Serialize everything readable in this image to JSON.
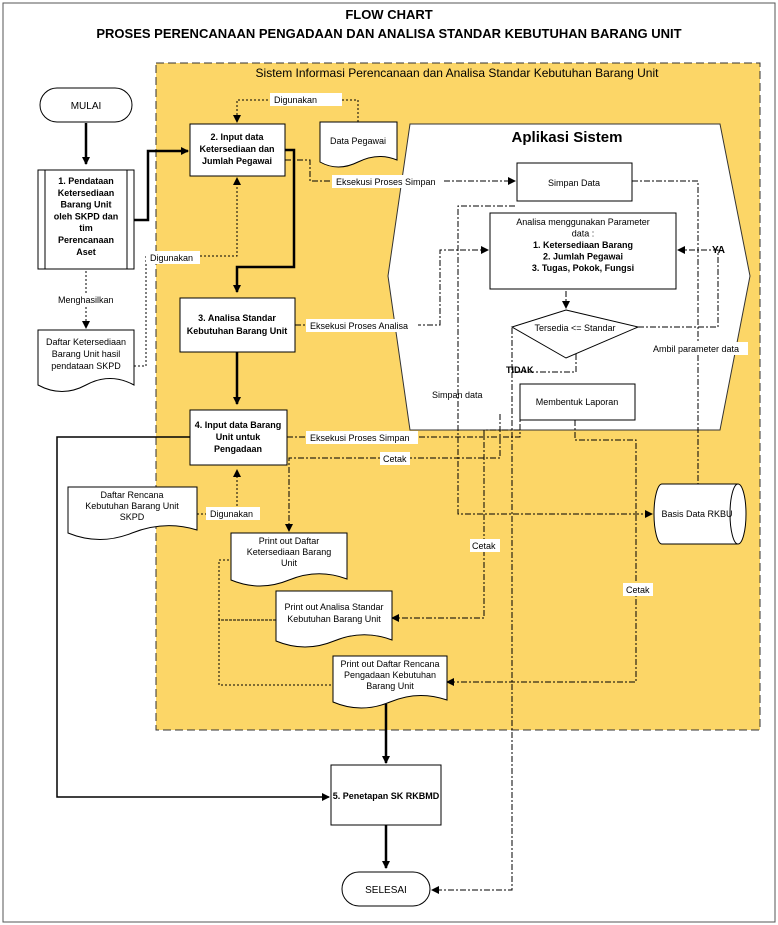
{
  "title": {
    "line1": "FLOW CHART",
    "line2": "PROSES PERENCANAAN PENGADAAN DAN ANALISA STANDAR KEBUTUHAN BARANG UNIT"
  },
  "system": {
    "title": "Sistem Informasi Perencanaan dan Analisa Standar Kebutuhan Barang Unit",
    "app_title": "Aplikasi Sistem"
  },
  "nodes": {
    "start": "MULAI",
    "step1": [
      "1. Pendataan",
      "Ketersediaan",
      "Barang Unit",
      "oleh SKPD dan",
      "tim",
      "Perencanaan",
      "Aset"
    ],
    "doc_inventory": [
      "Daftar Ketersediaan",
      "Barang Unit hasil",
      "pendataan SKPD"
    ],
    "step2": [
      "2. Input data",
      "Ketersediaan dan",
      "Jumlah Pegawai"
    ],
    "doc_employee": "Data Pegawai",
    "step3": [
      "3. Analisa Standar",
      "Kebutuhan Barang Unit"
    ],
    "step4": [
      "4. Input data Barang",
      "Unit untuk",
      "Pengadaan"
    ],
    "doc_plan": [
      "Daftar Rencana",
      "Kebutuhan Barang Unit",
      "SKPD"
    ],
    "save_data": "Simpan Data",
    "analysis": [
      "Analisa menggunakan Parameter",
      "data :",
      "1. Ketersediaan Barang",
      "2. Jumlah Pegawai",
      "3. Tugas, Pokok, Fungsi"
    ],
    "decision": "Tersedia <= Standar",
    "report": "Membentuk Laporan",
    "database": "Basis Data  RKBU",
    "print1": [
      "Print out Daftar",
      "Ketersediaan Barang",
      "Unit"
    ],
    "print2": [
      "Print out Analisa Standar",
      "Kebutuhan Barang Unit"
    ],
    "print3": [
      "Print out Daftar Rencana",
      "Pengadaan Kebutuhan",
      "Barang Unit"
    ],
    "step5": "5. Penetapan SK RKBMD",
    "end": "SELESAI"
  },
  "edges": {
    "digunakan_top": "Digunakan",
    "digunakan_left": "Digunakan",
    "digunakan_plan": "Digunakan",
    "menghasilkan": "Menghasilkan",
    "exec_save_1": "Eksekusi Proses Simpan",
    "exec_analysis": "Eksekusi Proses Analisa",
    "exec_save_2": "Eksekusi Proses Simpan",
    "cetak_1": "Cetak",
    "cetak_2": "Cetak",
    "cetak_3": "Cetak",
    "ya": "YA",
    "tidak": "TIDAK",
    "ambil": "Ambil parameter data",
    "simpan_data": "Simpan data"
  }
}
